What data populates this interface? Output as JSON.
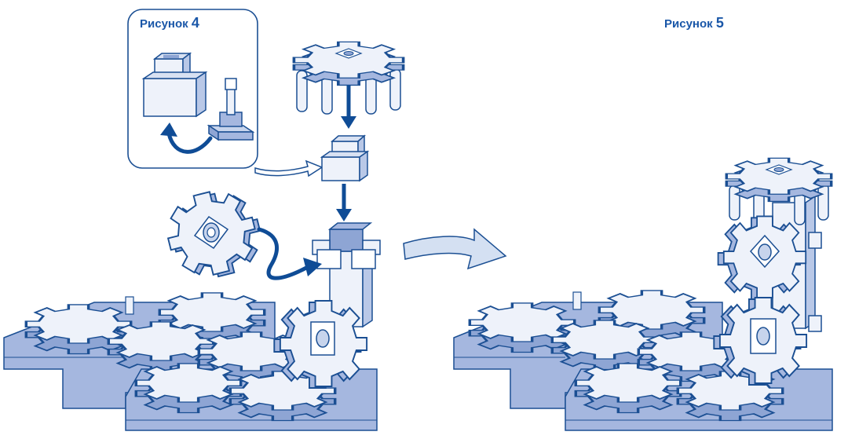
{
  "figures": [
    {
      "label_word": "Рисунок",
      "label_number": "4"
    },
    {
      "label_word": "Рисунок",
      "label_number": "5"
    }
  ],
  "colors": {
    "outline": "#1b4f93",
    "piece_light": "#eaf0fa",
    "piece_mid": "#c7d4ec",
    "piece_dark": "#8ea5d4",
    "base_face": "#a5b7df",
    "arrow_dark": "#0f4c96",
    "arrow_light": "#d4e0f2",
    "label_text": "#1a57a8"
  }
}
